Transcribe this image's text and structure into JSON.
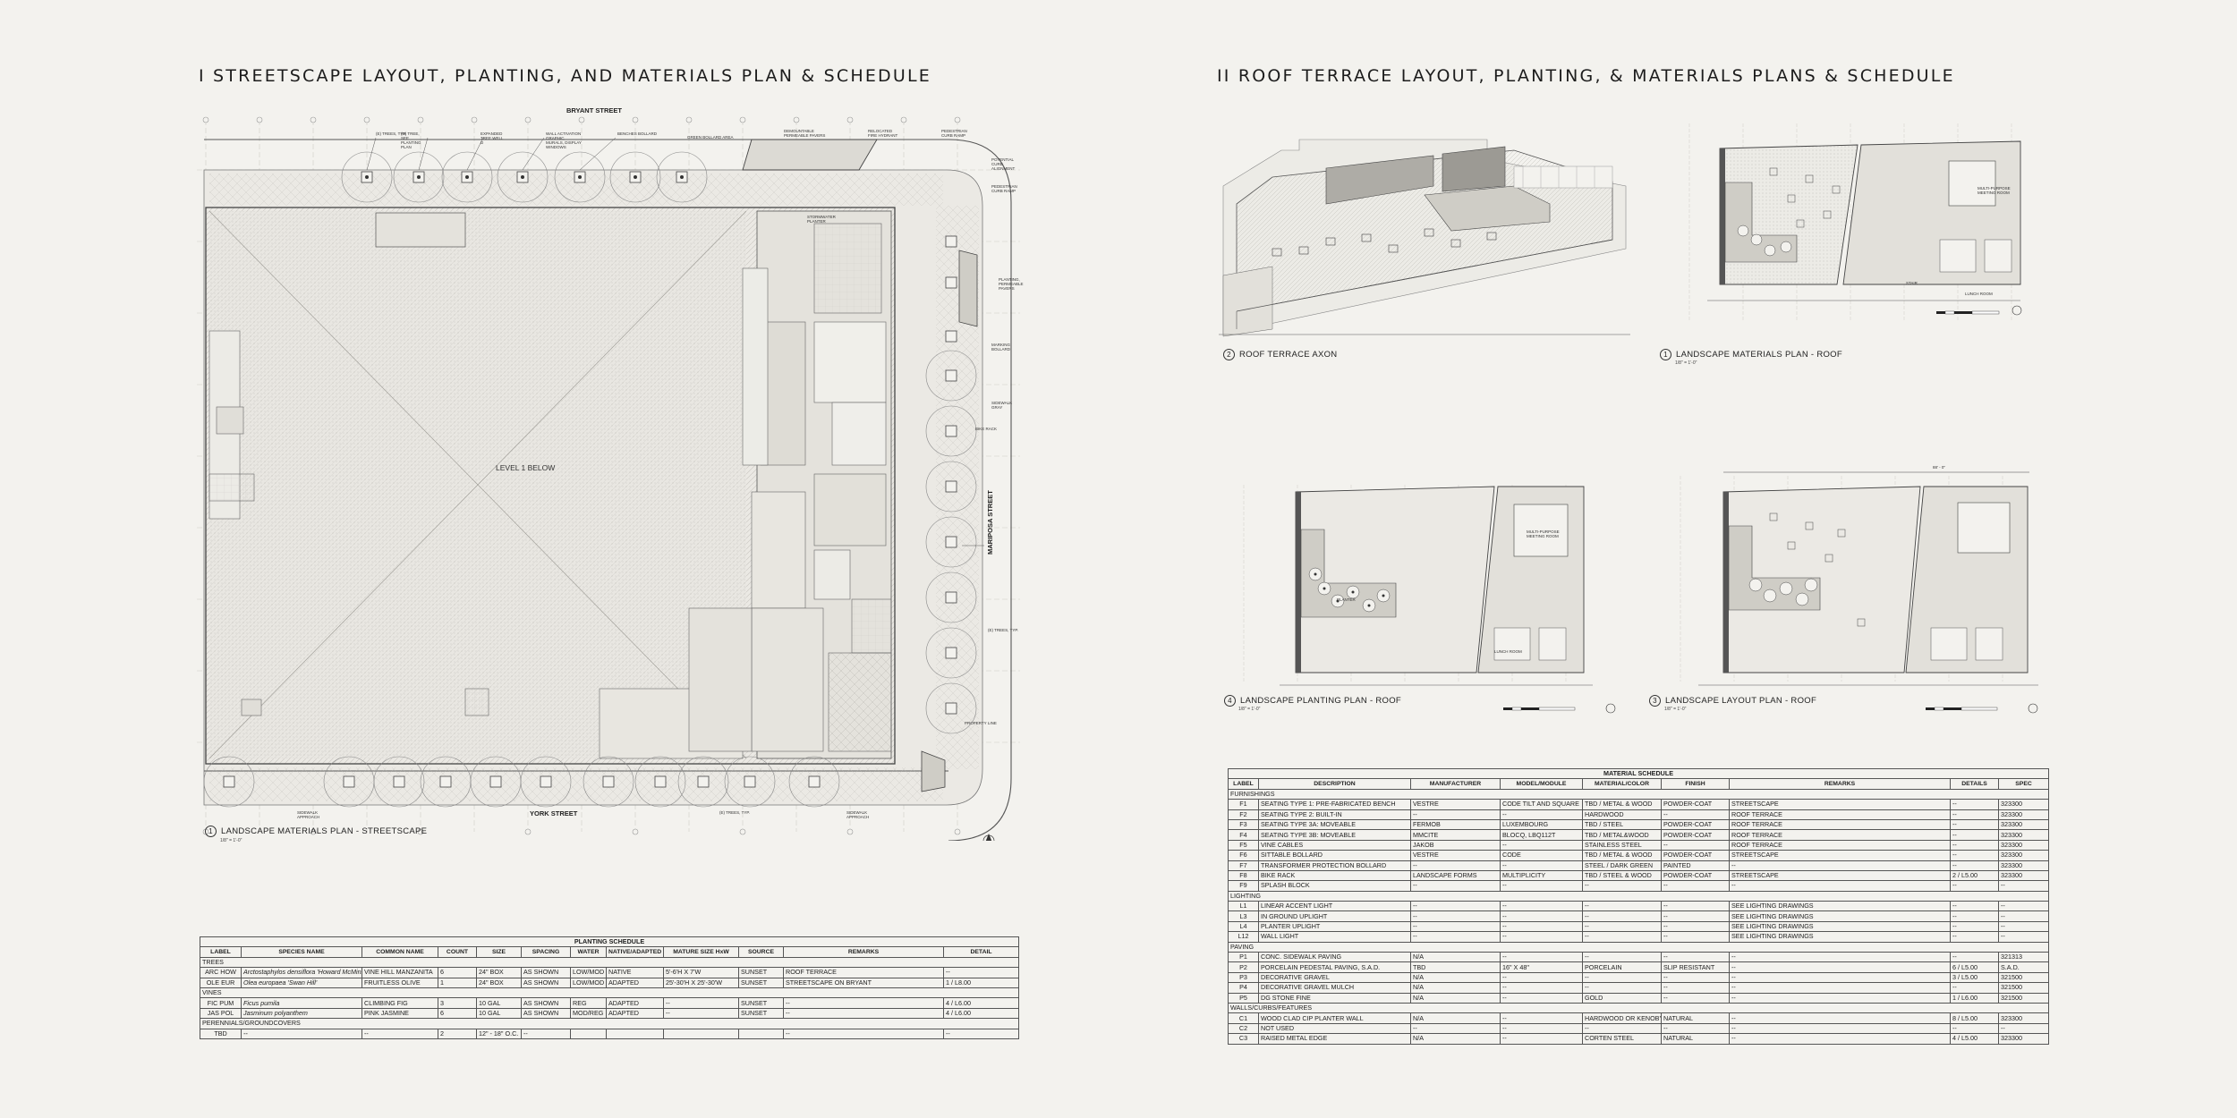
{
  "sections": {
    "streetscape_title": "I   STREETSCAPE LAYOUT, PLANTING, AND MATERIALS PLAN & SCHEDULE",
    "roof_title": "II  ROOF TERRACE LAYOUT, PLANTING, & MATERIALS PLANS & SCHEDULE"
  },
  "streetscape": {
    "caption_num": "1",
    "caption": "LANDSCAPE MATERIALS PLAN - STREETSCAPE",
    "scale": "1/8\" = 1'-0\"",
    "streets": {
      "north": "BRYANT STREET",
      "south": "YORK STREET",
      "east": "MARIPOSA STREET"
    },
    "level_label": "LEVEL 1 BELOW",
    "callouts": [
      "(E) TREES, TYP.",
      "(N) TREE, SEE PLANTING PLAN",
      "EXPANDED TREE WELL D",
      "WALL ACTIVATION GRAPHIC MURALS, DISPLAY WINDOWS",
      "BENCHES BOLLARD",
      "GREEN BOLLARD AREA",
      "DEMOUNTABLE PERMEABLE PAVERS",
      "RELOCATED FIRE HYDRANT",
      "PEDESTRIAN CURB RAMP",
      "POTENTIAL CURB ALIGNMENT",
      "PEDESTRIAN CURB RAMP",
      "STORMWATER PLANTER",
      "PLANTING, PERMEABLE PAVERS",
      "MARKING BOLLARD",
      "SIDEWALK GRAY",
      "BIKE RACK",
      "(E) TREES, TYP.",
      "PROPERTY LINE",
      "SIDEWALK APPROACH",
      "(E) TREES, TYP.",
      "SIDEWALK APPROACH"
    ]
  },
  "roof": {
    "views": [
      {
        "num": "2",
        "caption": "ROOF TERRACE AXON",
        "scale": ""
      },
      {
        "num": "1",
        "caption": "LANDSCAPE MATERIALS PLAN - ROOF",
        "scale": "1/8\" = 1'-0\""
      },
      {
        "num": "4",
        "caption": "LANDSCAPE PLANTING PLAN - ROOF",
        "scale": "1/8\" = 1'-0\""
      },
      {
        "num": "3",
        "caption": "LANDSCAPE LAYOUT PLAN - ROOF",
        "scale": "1/8\" = 1'-0\""
      }
    ],
    "plan_labels": [
      "MULTI-PURPOSE MEETING ROOM",
      "STAIR",
      "LUNCH ROOM",
      "PLANTER",
      "MULTI-PURPOSE MEETING ROOM",
      "LUNCH ROOM"
    ],
    "dimension": "88' - 0\""
  },
  "planting_schedule": {
    "title": "PLANTING SCHEDULE",
    "headers": [
      "LABEL",
      "SPECIES NAME",
      "COMMON NAME",
      "COUNT",
      "SIZE",
      "SPACING",
      "WATER",
      "NATIVE/ADAPTED",
      "MATURE SIZE HxW",
      "SOURCE",
      "REMARKS",
      "DETAIL"
    ],
    "groups": [
      {
        "name": "TREES",
        "rows": [
          [
            "ARC HOW",
            "Arctostaphylos densiflora 'Howard McMinn'",
            "VINE HILL MANZANITA",
            "6",
            "24\" BOX",
            "AS SHOWN",
            "LOW/MOD",
            "NATIVE",
            "5'-6'H X 7'W",
            "SUNSET",
            "ROOF TERRACE",
            "--"
          ],
          [
            "OLE EUR",
            "Olea europaea 'Swan Hill'",
            "FRUITLESS OLIVE",
            "1",
            "24\" BOX",
            "AS SHOWN",
            "LOW/MOD",
            "ADAPTED",
            "25'-30'H X 25'-30'W",
            "SUNSET",
            "STREETSCAPE ON BRYANT",
            "1 / L8.00"
          ]
        ]
      },
      {
        "name": "VINES",
        "rows": [
          [
            "FIC PUM",
            "Ficus pumila",
            "CLIMBING FIG",
            "3",
            "10 GAL",
            "AS SHOWN",
            "REG",
            "ADAPTED",
            "--",
            "SUNSET",
            "--",
            "4 / L6.00"
          ],
          [
            "JAS POL",
            "Jasminum polyanthem",
            "PINK JASMINE",
            "6",
            "10 GAL",
            "AS SHOWN",
            "MOD/REG",
            "ADAPTED",
            "--",
            "SUNSET",
            "--",
            "4 / L6.00"
          ]
        ]
      },
      {
        "name": "PERENNIALS/GROUNDCOVERS",
        "rows": [
          [
            "TBD",
            "--",
            "--",
            "2",
            "12\" - 18\" O.C.",
            "--",
            "",
            "",
            "",
            "",
            "--",
            "--"
          ]
        ]
      }
    ]
  },
  "material_schedule": {
    "title": "MATERIAL SCHEDULE",
    "headers": [
      "LABEL",
      "DESCRIPTION",
      "MANUFACTURER",
      "MODEL/MODULE",
      "MATERIAL/COLOR",
      "FINISH",
      "REMARKS",
      "DETAILS",
      "SPEC"
    ],
    "groups": [
      {
        "name": "FURNISHINGS",
        "rows": [
          [
            "F1",
            "SEATING TYPE 1: PRE-FABRICATED BENCH",
            "VESTRE",
            "CODE TILT AND SQUARE",
            "TBD / METAL & WOOD",
            "POWDER-COAT",
            "STREETSCAPE",
            "--",
            "323300"
          ],
          [
            "F2",
            "SEATING TYPE 2: BUILT-IN",
            "--",
            "--",
            "HARDWOOD",
            "--",
            "ROOF TERRACE",
            "--",
            "323300"
          ],
          [
            "F3",
            "SEATING TYPE 3A: MOVEABLE",
            "FERMOB",
            "LUXEMBOURG",
            "TBD / STEEL",
            "POWDER-COAT",
            "ROOF TERRACE",
            "--",
            "323300"
          ],
          [
            "F4",
            "SEATING TYPE 3B: MOVEABLE",
            "MMCITE",
            "BLOCQ, LBQ112T",
            "TBD / METAL&WOOD",
            "POWDER-COAT",
            "ROOF TERRACE",
            "--",
            "323300"
          ],
          [
            "F5",
            "VINE CABLES",
            "JAKOB",
            "--",
            "STAINLESS STEEL",
            "--",
            "ROOF TERRACE",
            "--",
            "323300"
          ],
          [
            "F6",
            "SITTABLE BOLLARD",
            "VESTRE",
            "CODE",
            "TBD / METAL & WOOD",
            "POWDER-COAT",
            "STREETSCAPE",
            "--",
            "323300"
          ],
          [
            "F7",
            "TRANSFORMER PROTECTION BOLLARD",
            "--",
            "--",
            "STEEL / DARK GREEN",
            "PAINTED",
            "--",
            "--",
            "323300"
          ],
          [
            "F8",
            "BIKE RACK",
            "LANDSCAPE FORMS",
            "MULTIPLICITY",
            "TBD / STEEL & WOOD",
            "POWDER-COAT",
            "STREETSCAPE",
            "2 / L5.00",
            "323300"
          ],
          [
            "F9",
            "SPLASH BLOCK",
            "--",
            "--",
            "--",
            "--",
            "--",
            "--",
            "--"
          ]
        ]
      },
      {
        "name": "LIGHTING",
        "rows": [
          [
            "L1",
            "LINEAR ACCENT LIGHT",
            "--",
            "--",
            "--",
            "--",
            "SEE LIGHTING DRAWINGS",
            "--",
            "--"
          ],
          [
            "L3",
            "IN GROUND UPLIGHT",
            "--",
            "--",
            "--",
            "--",
            "SEE LIGHTING DRAWINGS",
            "--",
            "--"
          ],
          [
            "L4",
            "PLANTER UPLIGHT",
            "--",
            "--",
            "--",
            "--",
            "SEE LIGHTING DRAWINGS",
            "--",
            "--"
          ],
          [
            "L12",
            "WALL LIGHT",
            "--",
            "--",
            "--",
            "--",
            "SEE LIGHTING DRAWINGS",
            "--",
            "--"
          ]
        ]
      },
      {
        "name": "PAVING",
        "rows": [
          [
            "P1",
            "CONC. SIDEWALK PAVING",
            "N/A",
            "--",
            "--",
            "--",
            "--",
            "--",
            "321313"
          ],
          [
            "P2",
            "PORCELAIN PEDESTAL PAVING, S.A.D.",
            "TBD",
            "16\" X 48\"",
            "PORCELAIN",
            "SLIP RESISTANT",
            "--",
            "6 / L5.00",
            "S.A.D."
          ],
          [
            "P3",
            "DECORATIVE GRAVEL",
            "N/A",
            "--",
            "--",
            "--",
            "--",
            "3 / L5.00",
            "321500"
          ],
          [
            "P4",
            "DECORATIVE GRAVEL MULCH",
            "N/A",
            "--",
            "--",
            "--",
            "--",
            "--",
            "321500"
          ],
          [
            "P5",
            "DG STONE FINE",
            "N/A",
            "--",
            "GOLD",
            "--",
            "--",
            "1 / L6.00",
            "321500"
          ]
        ]
      },
      {
        "name": "WALLS/CURBS/FEATURES",
        "rows": [
          [
            "C1",
            "WOOD CLAD CIP PLANTER WALL",
            "N/A",
            "--",
            "HARDWOOD OR KENOBY",
            "NATURAL",
            "--",
            "8 / L5.00",
            "323300"
          ],
          [
            "C2",
            "NOT USED",
            "--",
            "--",
            "--",
            "--",
            "--",
            "--",
            "--"
          ],
          [
            "C3",
            "RAISED METAL EDGE",
            "N/A",
            "--",
            "CORTEN STEEL",
            "NATURAL",
            "--",
            "4 / L5.00",
            "323300"
          ]
        ]
      }
    ]
  }
}
